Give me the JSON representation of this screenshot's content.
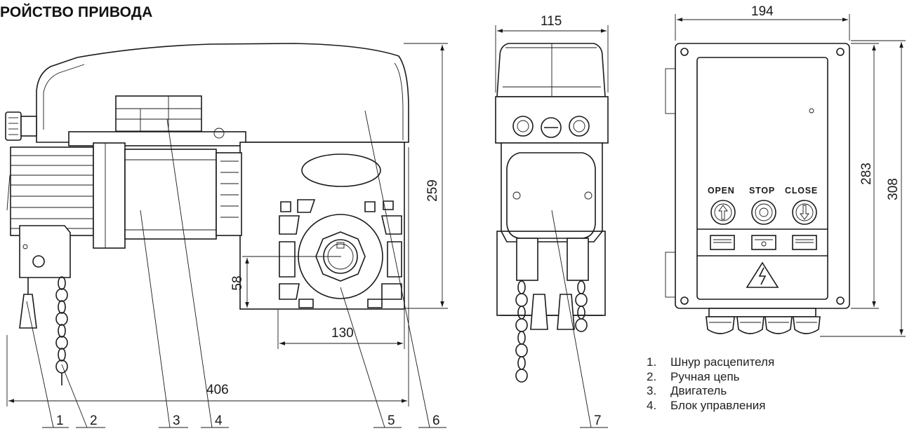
{
  "title": "РОЙСТВО ПРИВОДА",
  "dimensions": {
    "width_side": "406",
    "height_side": "259",
    "shaft_width": "130",
    "shaft_height": "58",
    "width_front": "115",
    "box_width": "194",
    "box_height_inner": "283",
    "box_height_outer": "308"
  },
  "callouts": [
    "1",
    "2",
    "3",
    "4",
    "5",
    "6",
    "7"
  ],
  "control_box": {
    "buttons": [
      "OPEN",
      "STOP",
      "CLOSE"
    ]
  },
  "legend": [
    {
      "num": "1.",
      "label": "Шнур расцепителя"
    },
    {
      "num": "2.",
      "label": "Ручная цепь"
    },
    {
      "num": "3.",
      "label": "Двигатель"
    },
    {
      "num": "4.",
      "label": "Блок управления"
    }
  ]
}
